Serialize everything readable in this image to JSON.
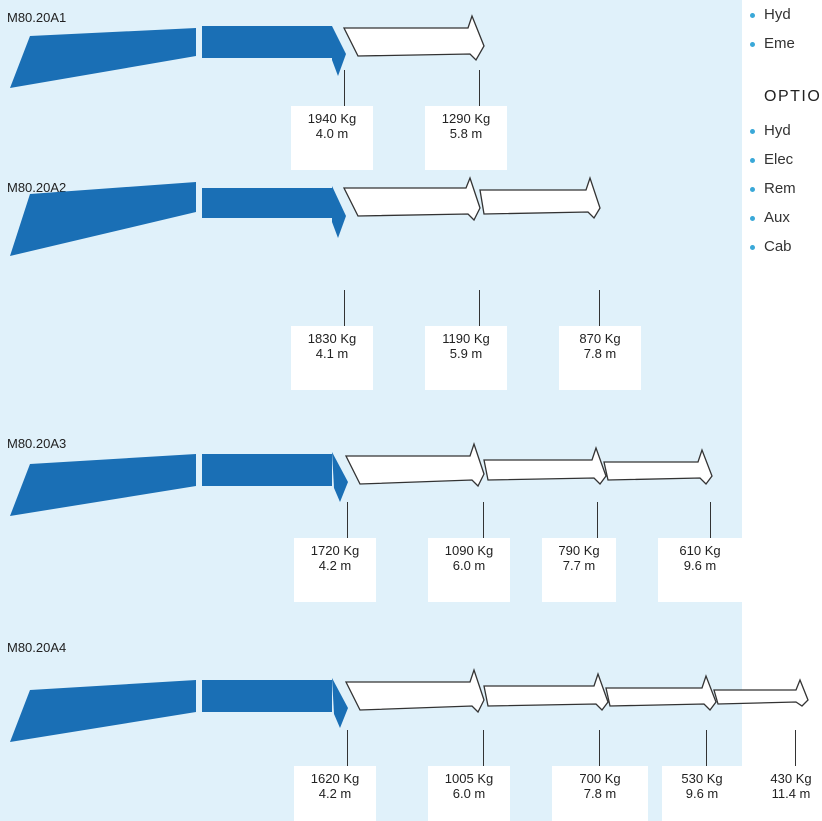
{
  "colors": {
    "panel_bg": "#e0f1fa",
    "boom_blue": "#1a6fb5",
    "bullet": "#3aa8d8"
  },
  "models": [
    {
      "name": "M80.20A1",
      "sections": [
        {
          "load": "1940 Kg",
          "reach": "4.0 m"
        },
        {
          "load": "1290 Kg",
          "reach": "5.8 m"
        }
      ]
    },
    {
      "name": "M80.20A2",
      "sections": [
        {
          "load": "1830 Kg",
          "reach": "4.1 m"
        },
        {
          "load": "1190 Kg",
          "reach": "5.9 m"
        },
        {
          "load": "870 Kg",
          "reach": "7.8 m"
        }
      ]
    },
    {
      "name": "M80.20A3",
      "sections": [
        {
          "load": "1720 Kg",
          "reach": "4.2 m"
        },
        {
          "load": "1090 Kg",
          "reach": "6.0 m"
        },
        {
          "load": "790 Kg",
          "reach": "7.7 m"
        },
        {
          "load": "610 Kg",
          "reach": "9.6 m"
        }
      ]
    },
    {
      "name": "M80.20A4",
      "sections": [
        {
          "load": "1620 Kg",
          "reach": "4.2 m"
        },
        {
          "load": "1005 Kg",
          "reach": "6.0 m"
        },
        {
          "load": "700 Kg",
          "reach": "7.8 m"
        },
        {
          "load": "530 Kg",
          "reach": "9.6 m"
        },
        {
          "load": "430 Kg",
          "reach": "11.4 m"
        }
      ]
    }
  ],
  "sidebar": {
    "standard_items": [
      "Hyd",
      "Eme"
    ],
    "options_heading": "OPTIO",
    "option_items": [
      "Hyd",
      "Elec",
      "Rem",
      "Aux",
      "Cab"
    ]
  }
}
